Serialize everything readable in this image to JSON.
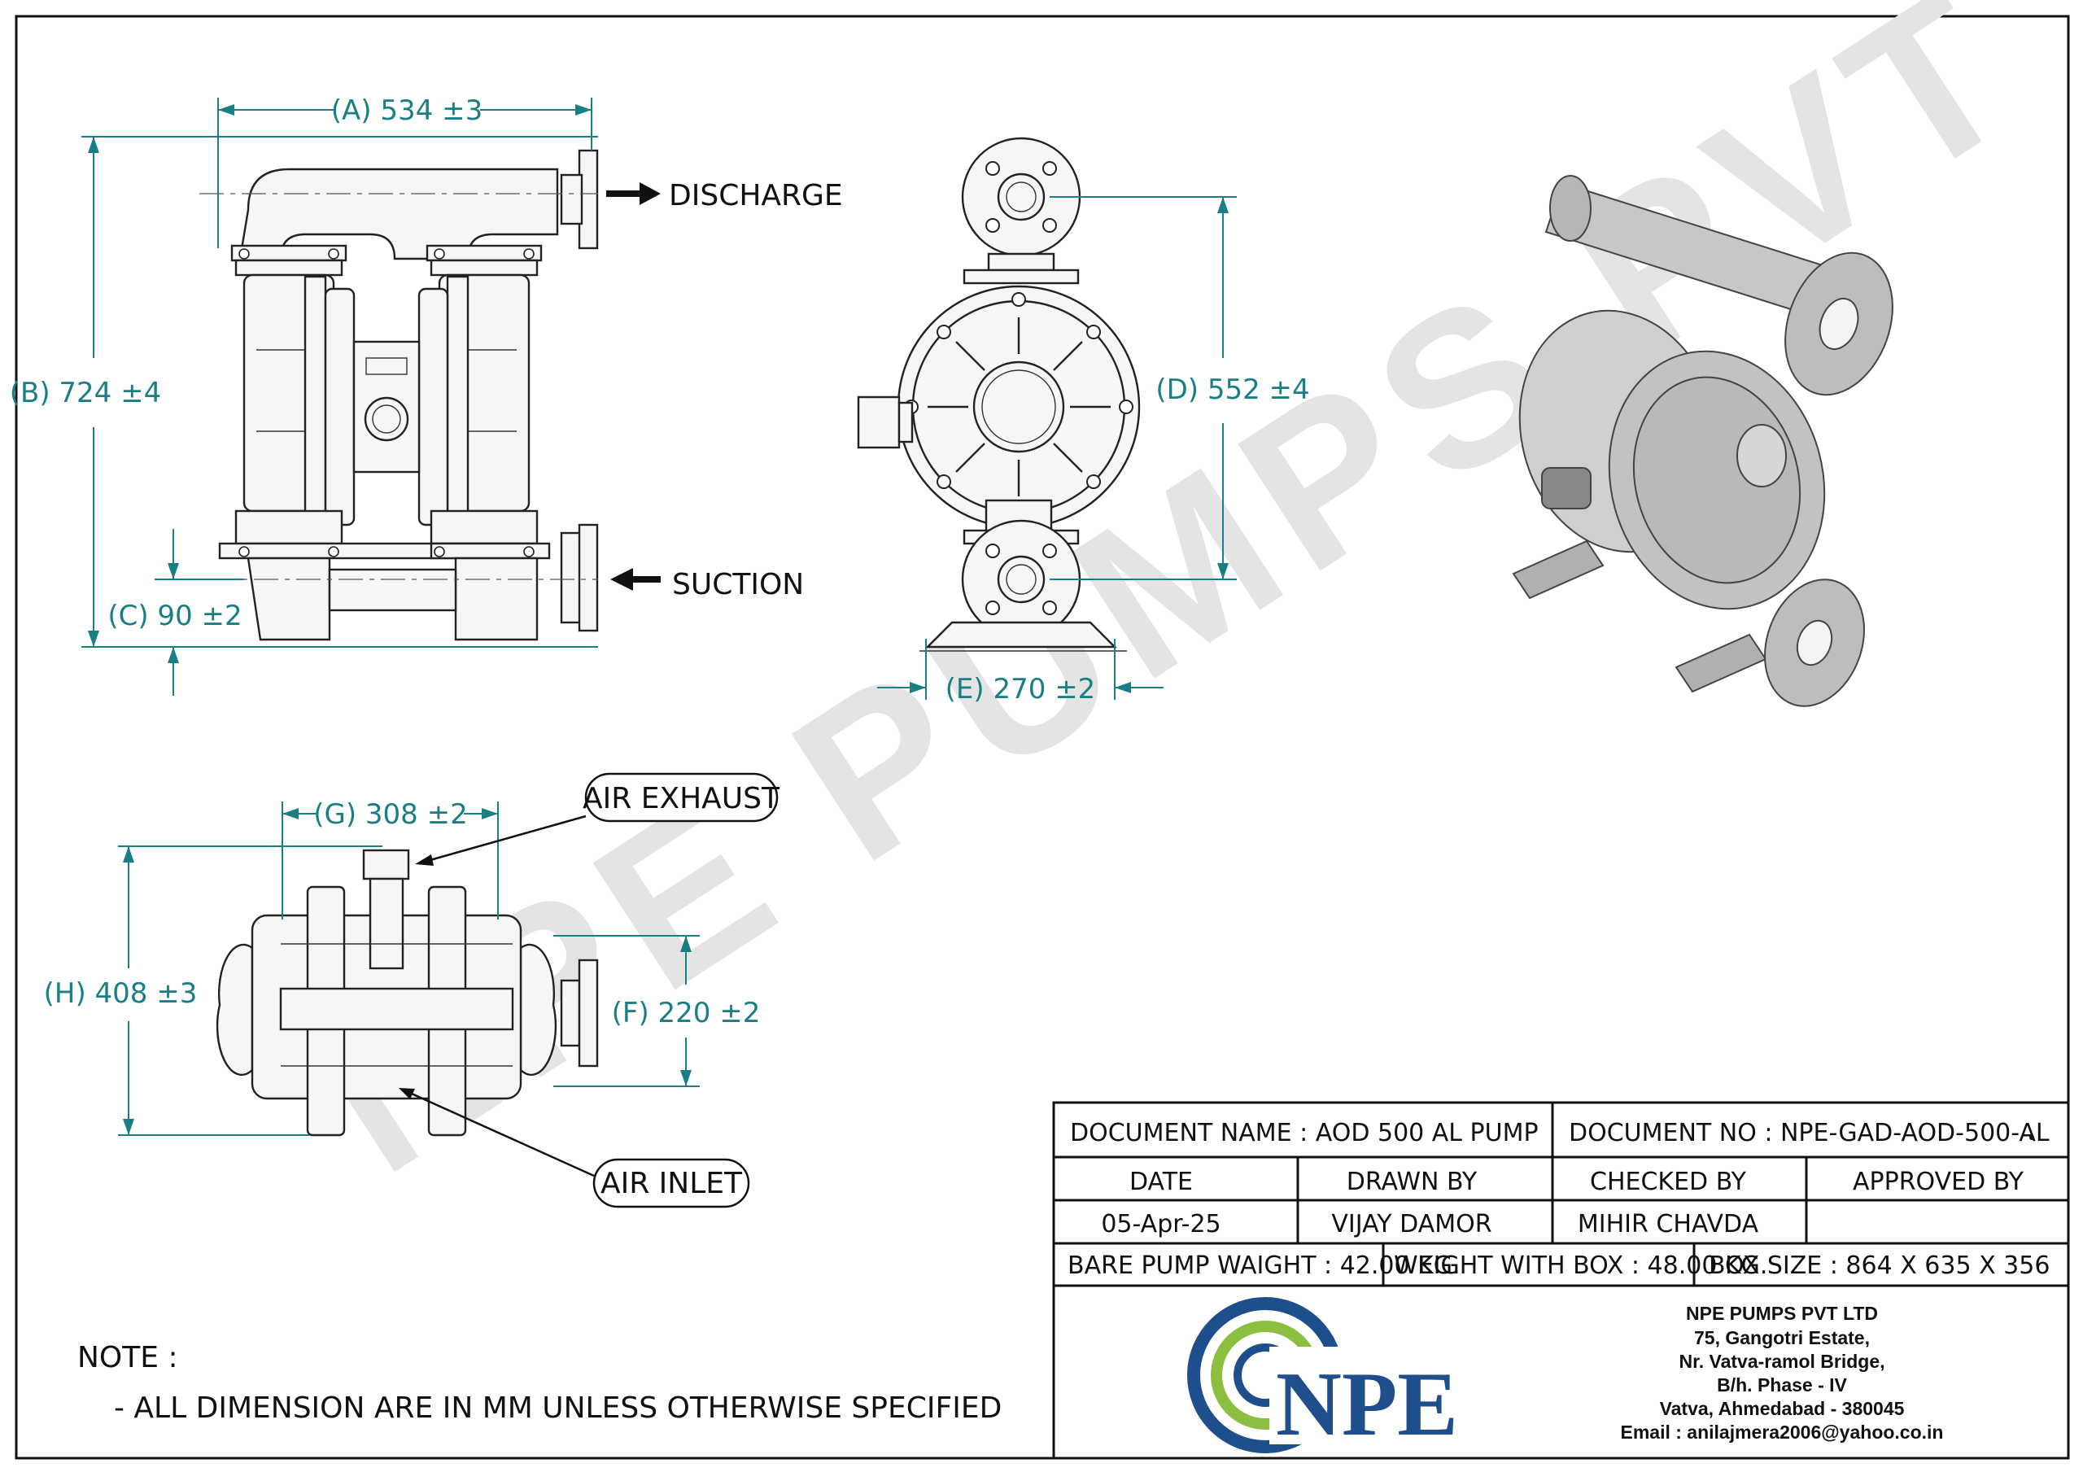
{
  "watermark": "NPE PUMPS PVT . . .",
  "labels": {
    "discharge": "DISCHARGE",
    "suction": "SUCTION",
    "air_exhaust": "AIR EXHAUST",
    "air_inlet": "AIR INLET"
  },
  "dimensions": {
    "a": "(A) 534 ±3",
    "b": "(B) 724 ±4",
    "c": "(C) 90 ±2",
    "d": "(D) 552 ±4",
    "e": "(E) 270 ±2",
    "f": "(F) 220 ±2",
    "g": "(G) 308 ±2",
    "h": "(H) 408 ±3"
  },
  "note": {
    "title": "NOTE :",
    "text": "- ALL DIMENSION ARE IN MM UNLESS OTHERWISE SPECIFIED"
  },
  "title_block": {
    "document_name": "DOCUMENT NAME : AOD 500 AL PUMP",
    "document_no": "DOCUMENT NO :  NPE-GAD-AOD-500-AL",
    "date_header": "DATE",
    "drawn_header": "DRAWN BY",
    "checked_header": "CHECKED BY",
    "approved_header": "APPROVED BY",
    "date": "05-Apr-25",
    "drawn_by": "VIJAY DAMOR",
    "checked_by": "MIHIR CHAVDA",
    "approved_by": "",
    "bare_weight": "BARE PUMP WAIGHT : 42.00 KG.",
    "box_weight": "WEIGHT WITH BOX : 48.00 KG.",
    "box_size": "BOX SIZE : 864 X 635 X 356"
  },
  "company": {
    "logo_text": "NPE",
    "name": "NPE PUMPS PVT LTD",
    "address_1": "75, Gangotri Estate,",
    "address_2": "Nr. Vatva-ramol Bridge,",
    "address_3": "B/h. Phase - IV",
    "address_4": "Vatva, Ahmedabad - 380045",
    "email": "Email : anilajmera2006@yahoo.co.in"
  },
  "colors": {
    "dimension": "#1a7f85",
    "logo_blue": "#1e4e8c",
    "logo_green": "#8cbf3f",
    "watermark": "#e4e4e4"
  }
}
